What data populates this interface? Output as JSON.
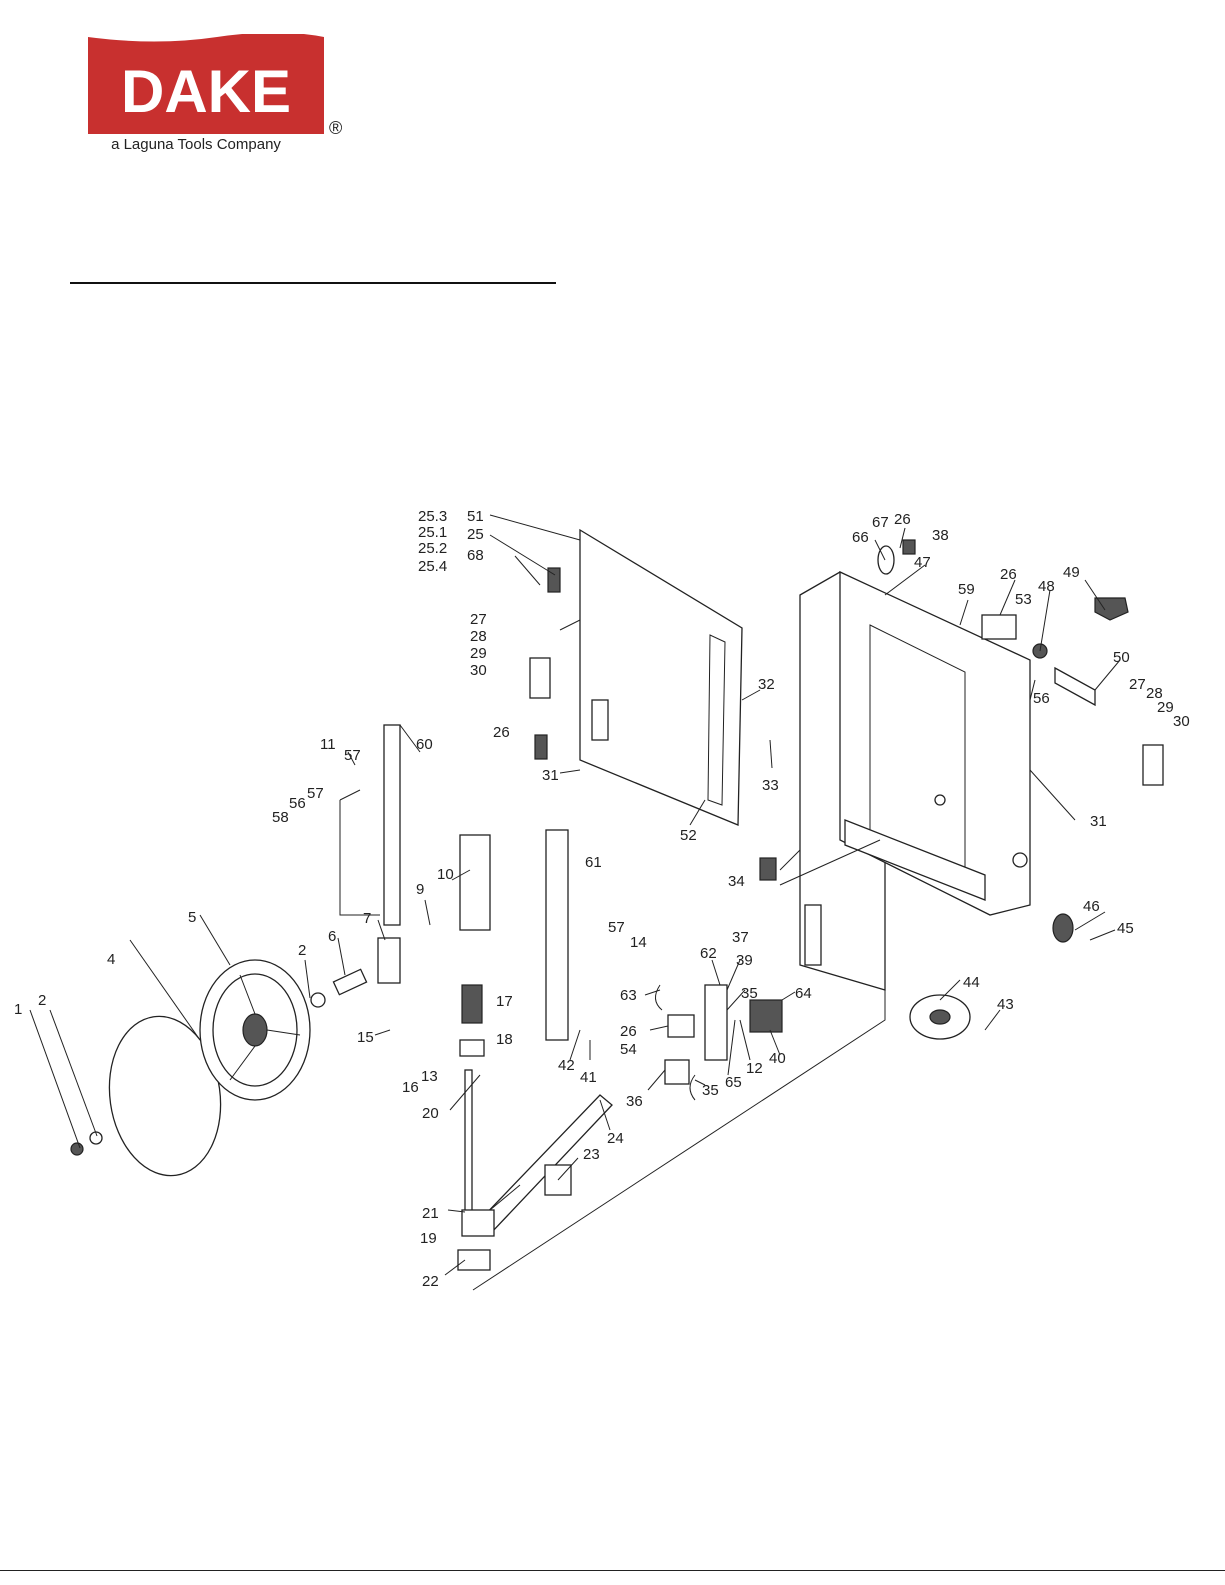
{
  "brand": {
    "name": "DAKE",
    "tagline": "a Laguna Tools Company",
    "registered_mark": "®",
    "colors": {
      "banner": "#c8302f",
      "text": "#ffffff",
      "tagline": "#222222"
    }
  },
  "diagram": {
    "callouts": [
      "25.3",
      "25.1",
      "25.2",
      "25.4",
      "51",
      "25",
      "68",
      "27",
      "28",
      "29",
      "30",
      "32",
      "26",
      "31",
      "33",
      "52",
      "66",
      "67",
      "26",
      "38",
      "47",
      "59",
      "26",
      "53",
      "49",
      "48",
      "56",
      "50",
      "27",
      "28",
      "29",
      "30",
      "31",
      "11",
      "57",
      "60",
      "56",
      "57",
      "58",
      "10",
      "9",
      "7",
      "61",
      "57",
      "14",
      "34",
      "46",
      "45",
      "5",
      "4",
      "2",
      "6",
      "2",
      "1",
      "17",
      "15",
      "18",
      "16",
      "13",
      "20",
      "37",
      "39",
      "62",
      "35",
      "63",
      "64",
      "26",
      "54",
      "42",
      "41",
      "36",
      "35",
      "65",
      "12",
      "40",
      "44",
      "43",
      "24",
      "23",
      "21",
      "19",
      "22"
    ]
  }
}
